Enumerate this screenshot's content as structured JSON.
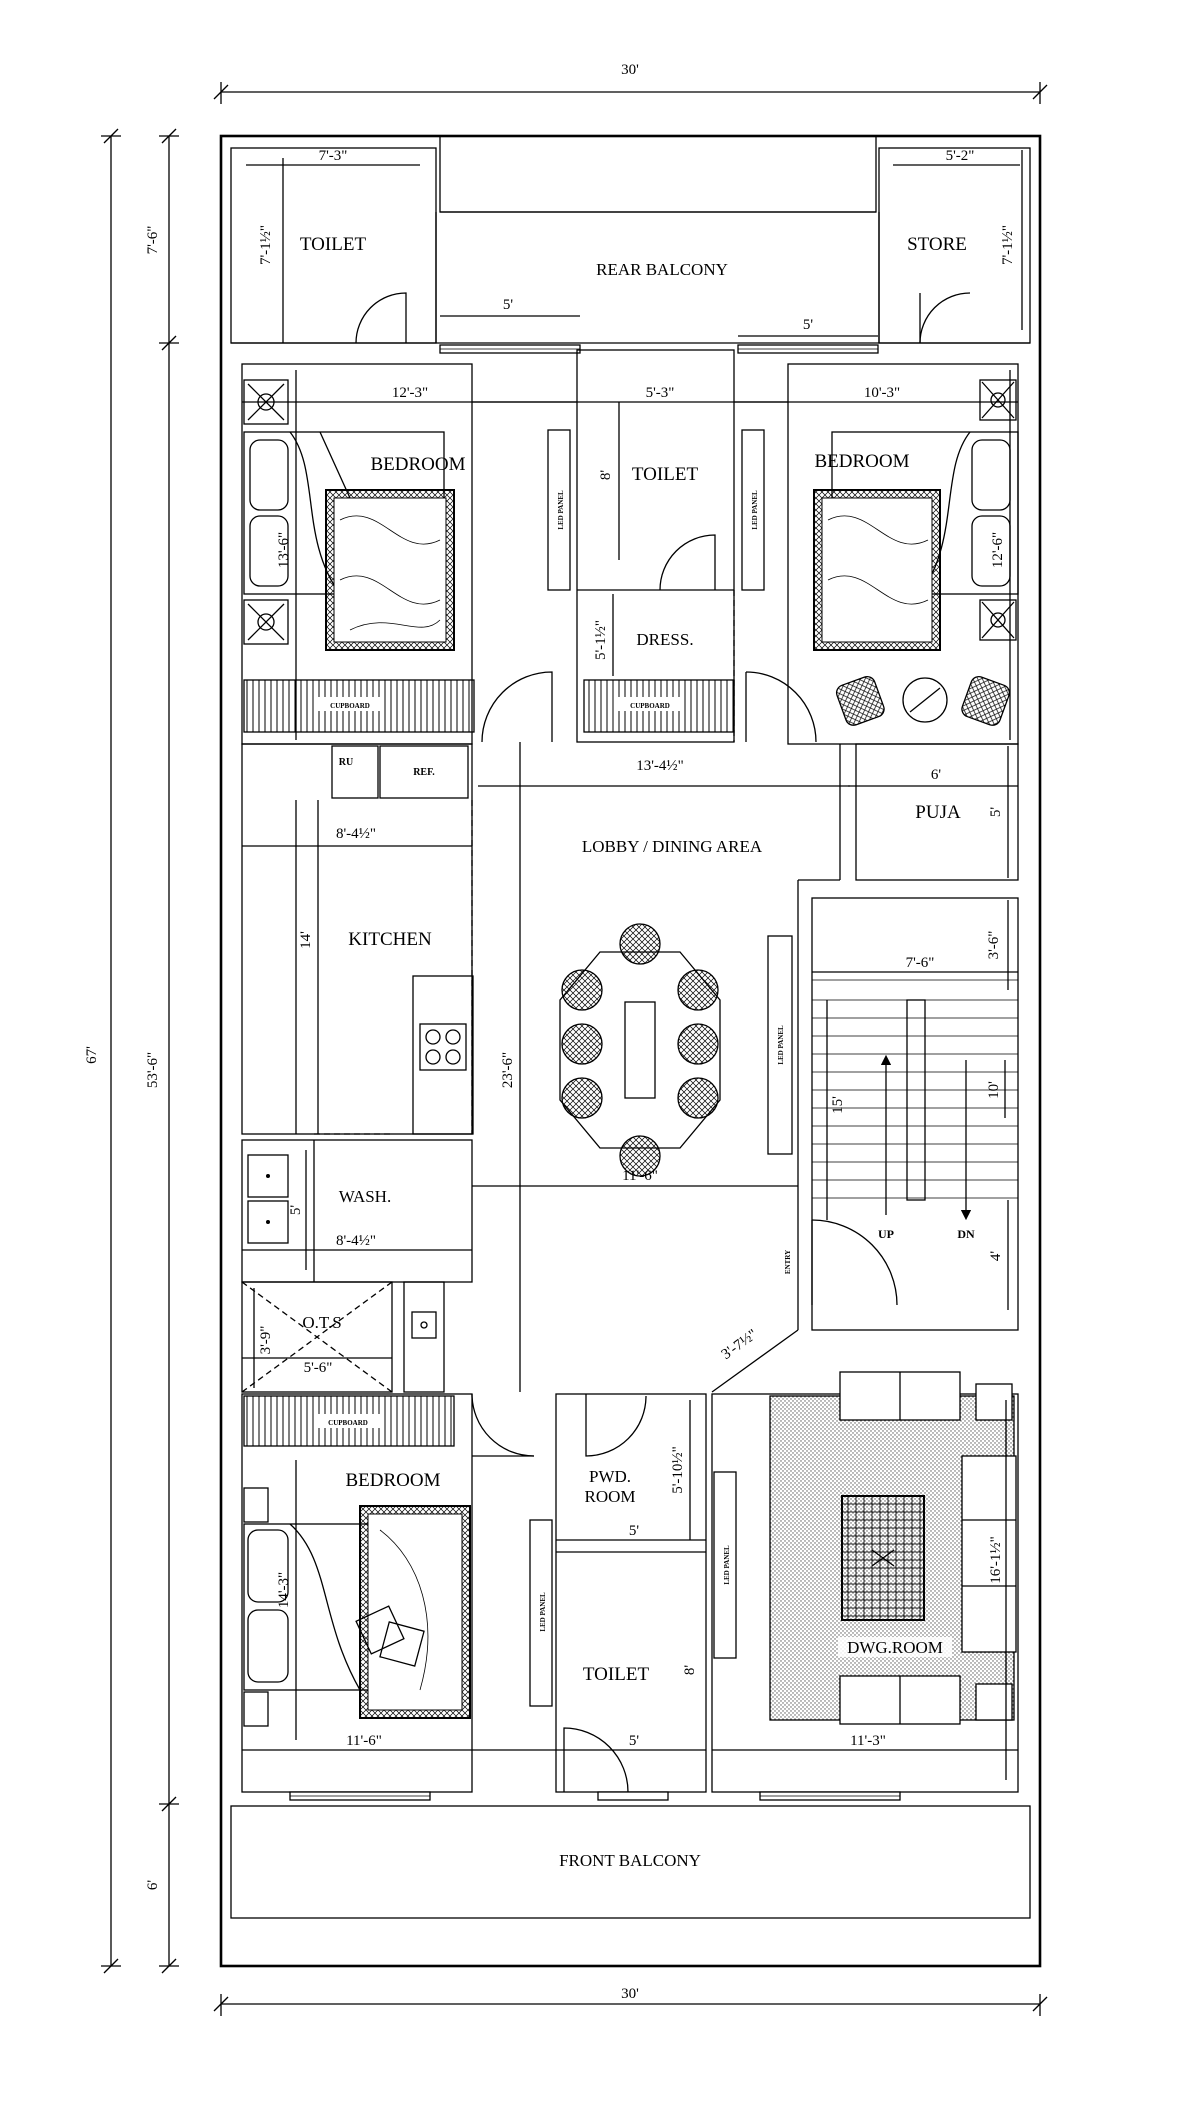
{
  "rooms": {
    "toilet_rear": "TOILET",
    "rear_balcony": "REAR BALCONY",
    "store": "STORE",
    "bedroom_left": "BEDROOM",
    "toilet_middle": "TOILET",
    "bedroom_right": "BEDROOM",
    "dress": "DRESS.",
    "cupboard": "CUPBOARD",
    "ru": "RU",
    "ref": "REF.",
    "lobby": "LOBBY / DINING AREA",
    "puja": "PUJA",
    "kitchen": "KITCHEN",
    "wash": "WASH.",
    "ots": "O.T.S",
    "bedroom_front": "BEDROOM",
    "pwd_line1": "PWD.",
    "pwd_line2": "ROOM",
    "toilet_front": "TOILET",
    "drawing_room": "DWG.ROOM",
    "front_balcony": "FRONT BALCONY",
    "led_panel": "LED PANEL",
    "entry": "ENTRY",
    "up": "UP",
    "dn": "DN"
  },
  "dims": {
    "overall_width_top": "30'",
    "overall_width_bottom": "30'",
    "overall_depth": "67'",
    "rear_depth": "7'-6\"",
    "middle_depth": "53'-6\"",
    "front_depth": "6'",
    "toilet_rear_w": "7'-3\"",
    "toilet_rear_h": "7'-1½\"",
    "store_w": "5'-2\"",
    "store_h": "7'-1½\"",
    "rear_door_left": "5'",
    "rear_door_right": "5'",
    "bedroom_left_w": "12'-3\"",
    "bedroom_left_h": "13'-6\"",
    "toilet_mid_w": "5'-3\"",
    "toilet_mid_h": "8'",
    "bedroom_right_w": "10'-3\"",
    "bedroom_right_h": "12'-6\"",
    "dress_h": "5'-1½\"",
    "lobby_w": "13'-4½\"",
    "kitchen_w": "8'-4½\"",
    "kitchen_h": "14'",
    "puja_w": "6'",
    "puja_h": "5'",
    "stair_w": "7'-6\"",
    "stair_h": "3'-6\"",
    "lobby_h": "23'-6\"",
    "lobby_w2": "11'-6\"",
    "stair_len": "15'",
    "stair_inner": "10'",
    "entry_h": "4'",
    "wash_h": "5'",
    "wash_w": "8'-4½\"",
    "ots_h": "3'-9\"",
    "ots_w": "5'-6\"",
    "diag": "3'-7½\"",
    "pwd_w": "5'",
    "pwd_h": "5'-10½\"",
    "bedroom_front_h": "14'-3\"",
    "bedroom_front_w": "11'-6\"",
    "toilet_front_w": "5'",
    "toilet_front_h": "8'",
    "dwg_w": "11'-3\"",
    "dwg_h": "16'-1½\""
  }
}
